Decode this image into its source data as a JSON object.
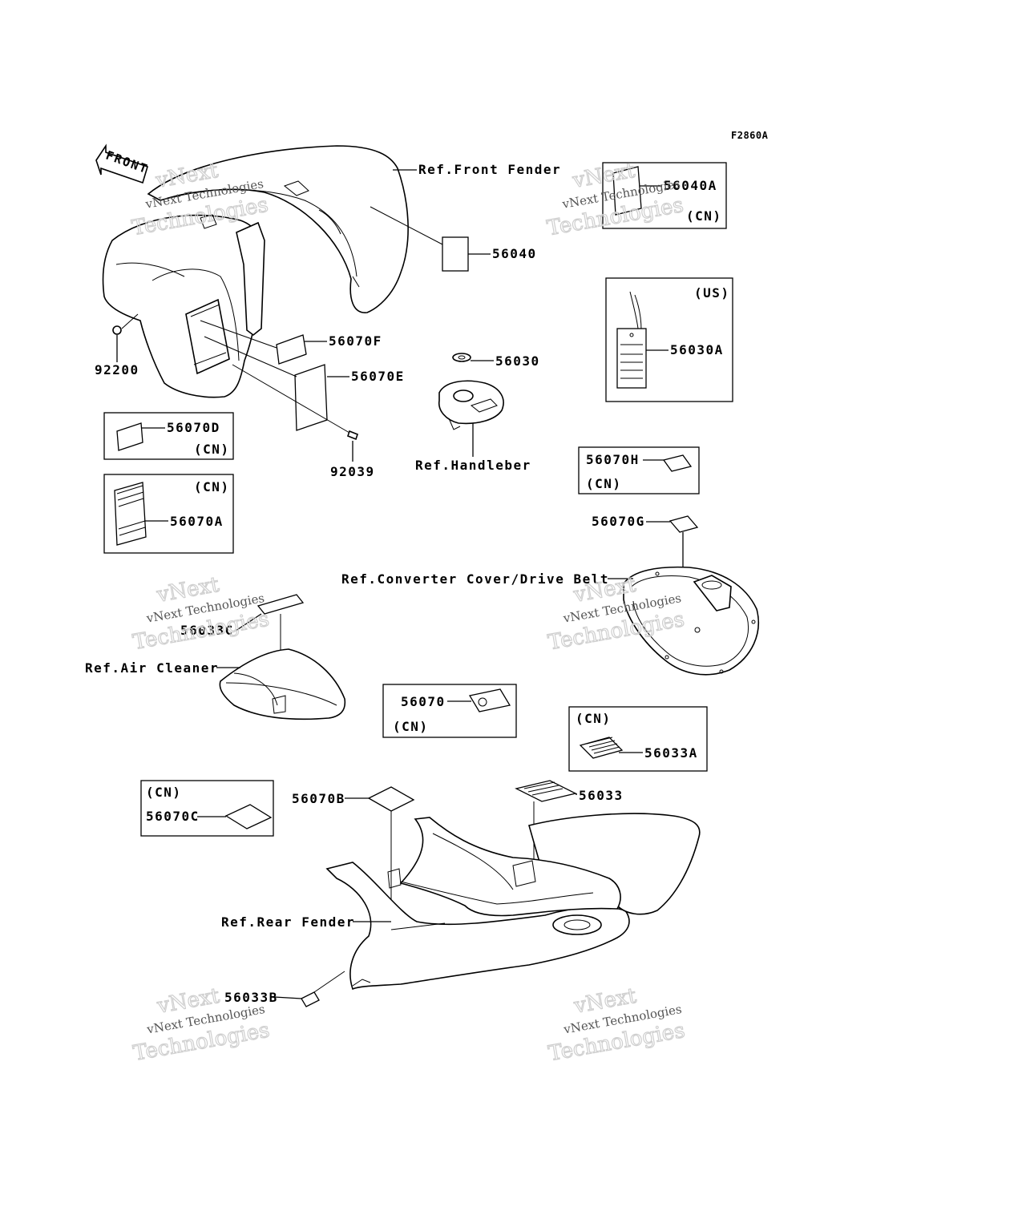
{
  "diagram_id": "F2860A",
  "front_label": "FRONT",
  "watermark": {
    "line1": "vNext Technologies",
    "line2": "vNext",
    "line3": "Technologies"
  },
  "refs": {
    "front_fender": "Ref.Front Fender",
    "handleber": "Ref.Handleber",
    "converter_cover": "Ref.Converter Cover/Drive Belt",
    "air_cleaner": "Ref.Air Cleaner",
    "rear_fender": "Ref.Rear Fender"
  },
  "parts": {
    "p56040": "56040",
    "p56040A": "56040A",
    "p56070F": "56070F",
    "p56070E": "56070E",
    "p56030": "56030",
    "p56030A": "56030A",
    "p92200": "92200",
    "p92039": "92039",
    "p56070D": "56070D",
    "p56070A": "56070A",
    "p56070H": "56070H",
    "p56070G": "56070G",
    "p56033C": "56033C",
    "p56070": "56070",
    "p56033A": "56033A",
    "p56070B": "56070B",
    "p56033": "56033",
    "p56070C": "56070C",
    "p56033B": "56033B"
  },
  "regions": {
    "cn": "(CN)",
    "us": "(US)"
  }
}
